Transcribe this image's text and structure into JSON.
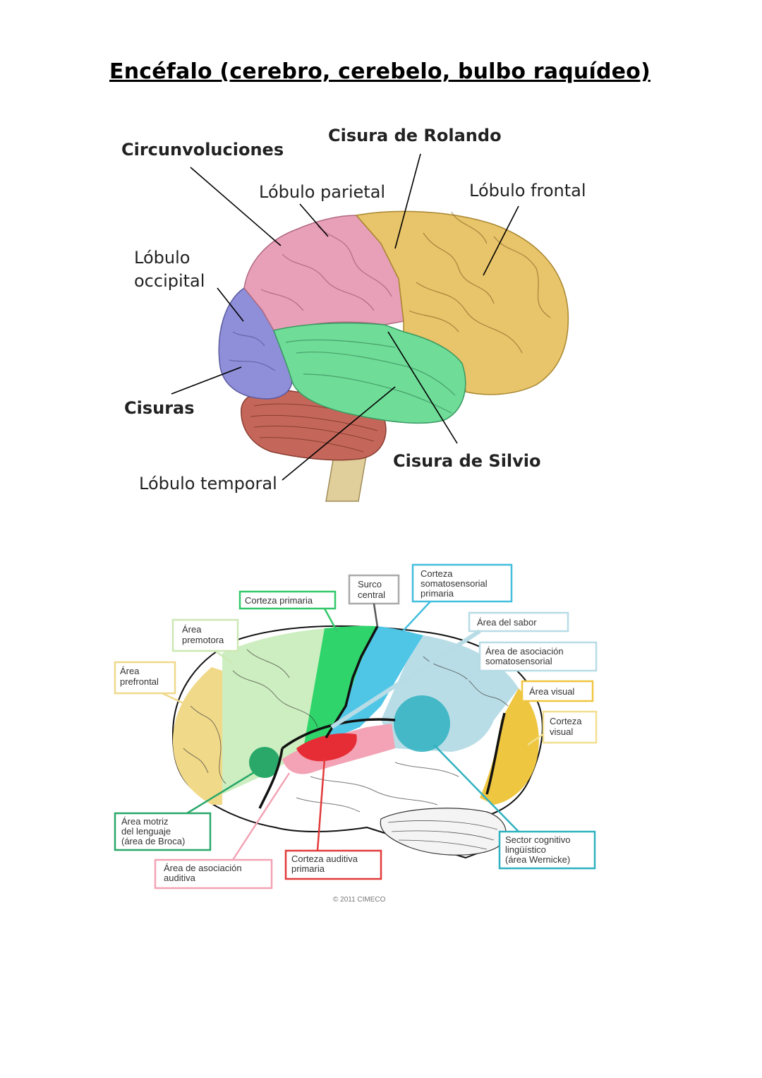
{
  "title": "Encéfalo (cerebro, cerebelo, bulbo raquídeo)",
  "diagram1": {
    "circunvoluciones": "Circunvoluciones",
    "cisura_rolando": "Cisura de Rolando",
    "lobulo_parietal": "Lóbulo parietal",
    "lobulo_frontal": "Lóbulo frontal",
    "lobulo_occipital_1": "Lóbulo",
    "lobulo_occipital_2": "occipital",
    "cisuras": "Cisuras",
    "cisura_silvio": "Cisura de Silvio",
    "lobulo_temporal": "Lóbulo temporal",
    "colors": {
      "parietal": "#e8a0b8",
      "frontal": "#e8c46a",
      "occipital": "#8e8fd8",
      "temporal": "#6fdc98",
      "cerebellum": "#c4675a",
      "stem": "#e0cf9a"
    }
  },
  "diagram2": {
    "corteza_primaria": "Corteza primaria",
    "surco_central_1": "Surco",
    "surco_central_2": "central",
    "corteza_soma_1": "Corteza",
    "corteza_soma_2": "somatosensorial",
    "corteza_soma_3": "primaria",
    "area_sabor": "Área del sabor",
    "area_premotora_1": "Área",
    "area_premotora_2": "premotora",
    "asoc_soma_1": "Área de asociación",
    "asoc_soma_2": "somatosensorial",
    "area_prefrontal_1": "Área",
    "area_prefrontal_2": "prefrontal",
    "area_visual": "Área visual",
    "corteza_visual_1": "Corteza",
    "corteza_visual_2": "visual",
    "area_motriz_1": "Área motriz",
    "area_motriz_2": "del lenguaje",
    "area_motriz_3": "(área de Broca)",
    "sector_cog_1": "Sector cognitivo",
    "sector_cog_2": "lingüístico",
    "sector_cog_3": "(área Wernicke)",
    "corteza_auditiva_1": "Corteza auditiva",
    "corteza_auditiva_2": "primaria",
    "asoc_auditiva_1": "Área de asociación",
    "asoc_auditiva_2": "auditiva",
    "copyright": "© 2011 CIMECO",
    "colors": {
      "prefrontal": "#f1d98a",
      "premotora": "#cdeec0",
      "primaria": "#2fd56a",
      "somato": "#4fc6e6",
      "asociacion": "#b9dde6",
      "visual": "#efc640",
      "broca": "#2aa86a",
      "auditiva_primaria": "#e62c35",
      "asoc_auditiva": "#f3a3b5",
      "wernicke": "#2fb1c0"
    }
  }
}
